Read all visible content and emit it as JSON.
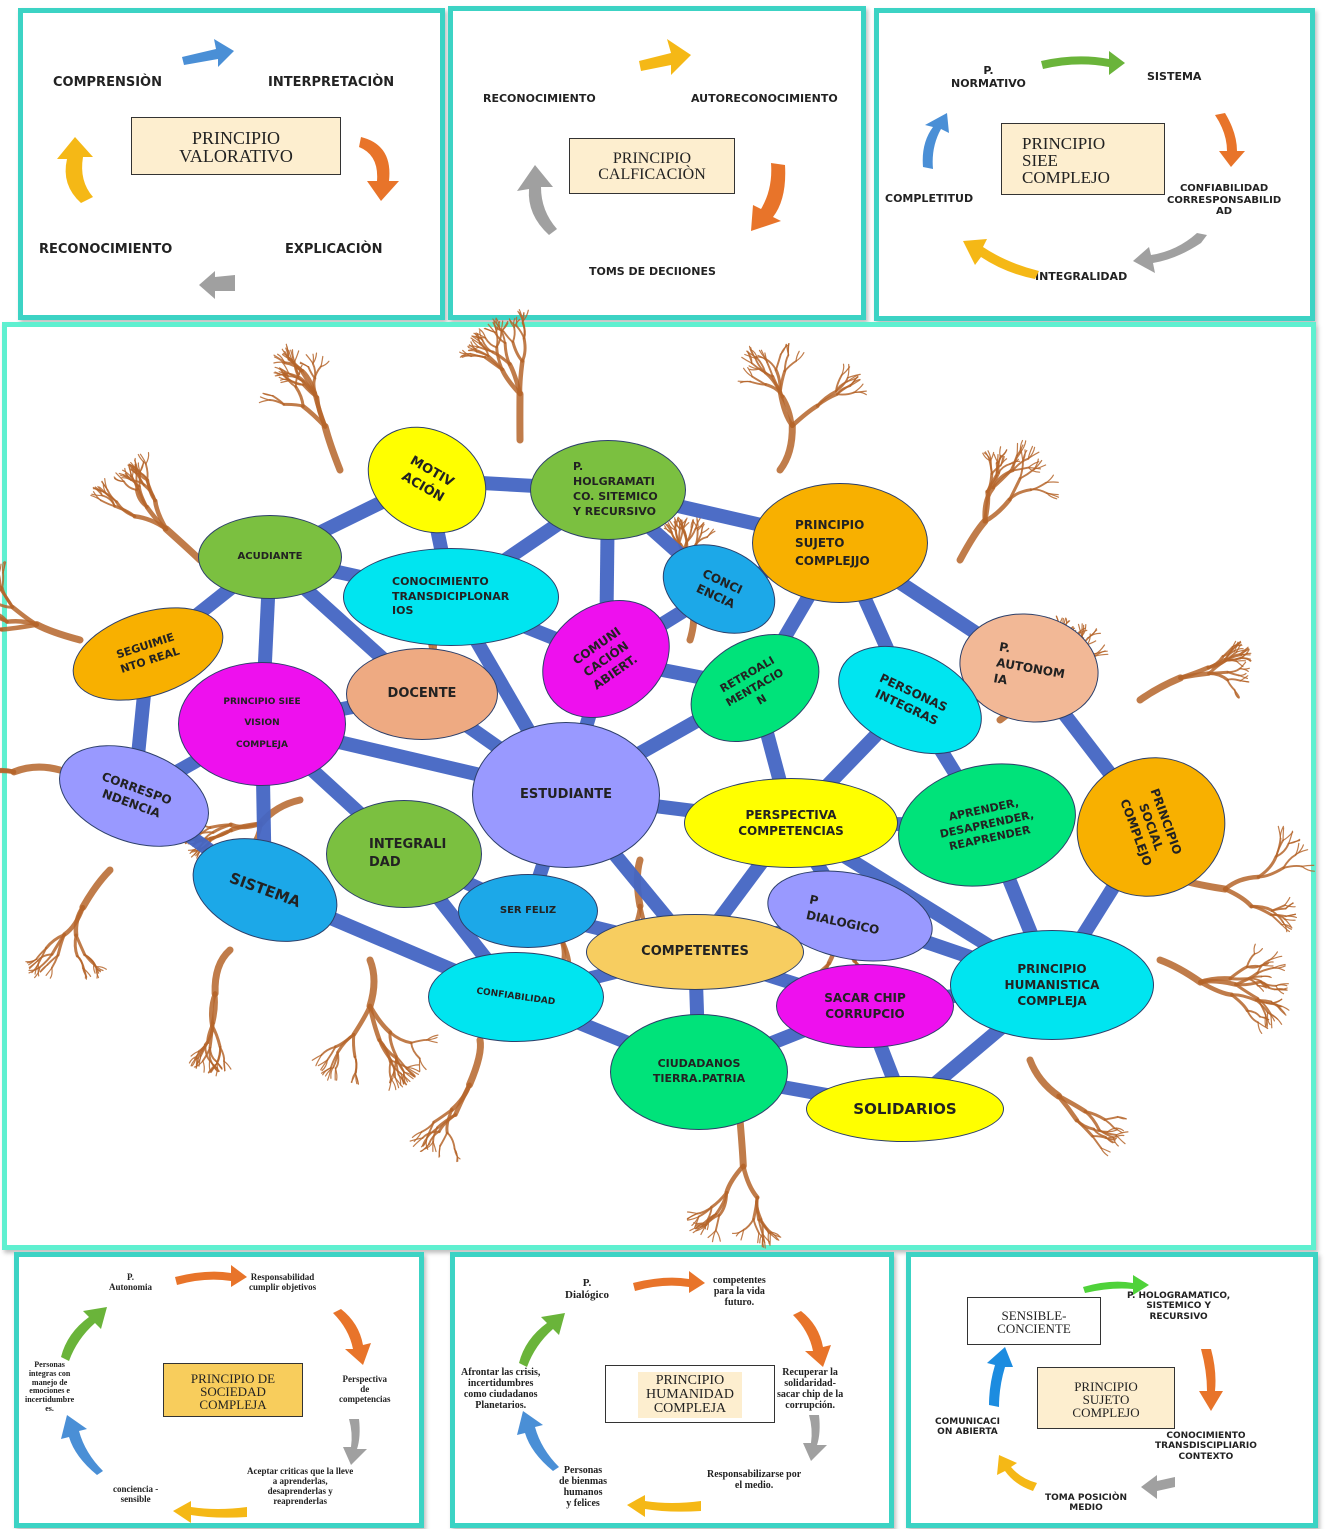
{
  "valorativo": {
    "center": "PRINCIPIO\nVALORATIVO",
    "comprension": "COMPRENSIÒN",
    "interpretacion": "INTERPRETACIÒN",
    "explicacion": "EXPLICACIÒN",
    "reconocimiento": "RECONOCIMIENTO"
  },
  "calificacion": {
    "center": "PRINCIPIO\nCALFICACIÒN",
    "reconocimiento": "RECONOCIMIENTO",
    "autoreconocimiento": "AUTORECONOCIMIENTO",
    "toma": "TOMS DE DECIIONES"
  },
  "siee": {
    "center": "PRINCIPIO\nSIEE\nCOMPLEJO",
    "normativo": "P.\nNORMATIVO",
    "sistema": "SISTEMA",
    "confiabilidad": "CONFIABILIDAD\nCORRESPONSABILID\nAD",
    "integralidad": "INTEGRALIDAD",
    "completitud": "COMPLETITUD"
  },
  "network": {
    "motivacion": "MOTIV\nACIÓN",
    "holgramatico": "P.\nHOLGRAMATI\nCO. SITEMICO\nY RECURSIVO",
    "sujeto": "PRINCIPIO\nSUJETO\nCOMPLEJJO",
    "acudiante": "ACUDIANTE",
    "conocimiento": "CONOCIMIENTO\nTRANSDICIPLONAR\nIOS",
    "conciencia": "CONCI\nENCIA",
    "autonomia": "P.\nAUTONOM\nIA",
    "seguimiento": "SEGUIMIE\nNTO REAL",
    "comunicacion": "COMUNI\nCACIÓN\nABIERT.",
    "docente": "DOCENTE",
    "retroalimentacion": "RETROALI\nMENTACIO\nN",
    "personas": "PERSONAS\nINTEGRAS",
    "siee_vision": "PRINCIPIO SIEE\nVISION\nCOMPLEJA",
    "estudiante": "ESTUDIANTE",
    "perspectiva": "PERSPECTIVA\nCOMPETENCIAS",
    "aprender": "APRENDER,\nDESAPRENDER,\nREAPRENDER",
    "social": "PRINCIPIO\nSOCIAL\nCOMPLEJO",
    "correspondencia": "CORRESPO\nNDENCIA",
    "integralidad": "INTEGRALI\nDAD",
    "sistema": "SISTEMA",
    "ser_feliz": "SER FELIZ",
    "dialogico": "P\nDIALOGICO",
    "competentes": "COMPETENTES",
    "humanistica": "PRINCIPIO\nHUMANISTICA\nCOMPLEJA",
    "confiabilidad": "CONFIABILIDAD",
    "sacar_chip": "SACAR CHIP\nCORRUPCIO",
    "ciudadanos": "CIUDADANOS\nTIERRA.PATRIA",
    "solidarios": "SOLIDARIOS"
  },
  "sociedad": {
    "center": "PRINCIPIO DE\nSOCIEDAD\nCOMPLEJA",
    "autonomia": "P.\nAutonomia",
    "responsabilidad": "Responsabilidad\ncumplir objetivos",
    "perspectiva": "Perspectiva\nde\ncompetencias",
    "aceptar": "Aceptar criticas que la lleve\na aprenderlas,\ndesaprenderlas y\nreaprenderlas",
    "conciencia": "conciencia -\nsensible",
    "personas": "Personas\nintegras con\nmanejo de\nemociones e\nincertidumbre\nes."
  },
  "humanidad": {
    "center": "PRINCIPIO\nHUMANIDAD\nCOMPLEJA",
    "dialogico": "P.\nDialógico",
    "competentes": "competentes\npara la vida\nfuturo.",
    "recuperar": "Recuperar la\nsolidaridad-\nsacar chip de la\ncorrupción.",
    "responsabilizarse": "Responsabilizarse por\nel medio.",
    "personas": "Personas\nde bienmas\nhumanos\ny felices",
    "afrontar": "Afrontar las crisis,\nincertidumbres\ncomo ciudadanos\nPlanetarios."
  },
  "sujeto": {
    "center": "PRINCIPIO\nSUJETO\nCOMPLEJO",
    "sensible": "SENSIBLE-\nCONCIENTE",
    "holografico": "P. HOLOGRAMATICO,\nSISTEMICO Y\nRECURSIVO",
    "conocimiento": "CONOCIMIENTO\nTRANSDISCIPLIARIO\nCONTEXTO",
    "toma": "TOMA POSICIÒN\nMEDIO",
    "comunicacion": "COMUNICACI\nON ABIERTA"
  },
  "colors": {
    "panel_border": "#3cd3c4",
    "link": "#4466c4",
    "root": "#b5652a",
    "blue_arrow": "#4a8fd6",
    "orange_arrow": "#e8742a",
    "yellow_arrow": "#f5b816",
    "gray_arrow": "#a0a0a0",
    "green_arrow": "#6ab43a"
  }
}
